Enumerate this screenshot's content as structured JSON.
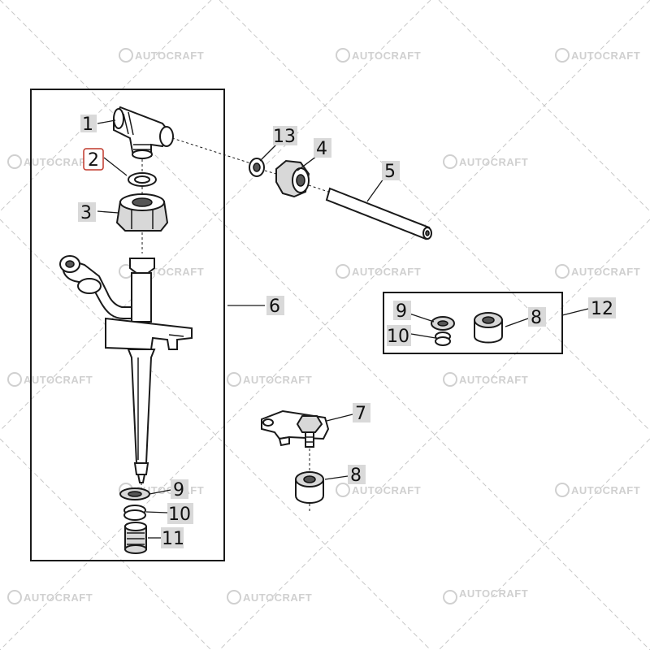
{
  "watermark": {
    "text": "AUTOCRAFT"
  },
  "callouts": {
    "c1": "1",
    "c2": "2",
    "c3": "3",
    "c4": "4",
    "c5": "5",
    "c6": "6",
    "c7": "7",
    "c8a": "8",
    "c8b": "8",
    "c9a": "9",
    "c9b": "9",
    "c10a": "10",
    "c10b": "10",
    "c11": "11",
    "c12": "12",
    "c13": "13"
  },
  "colors": {
    "line": "#1a1a1a",
    "callout_background": "#d9d9d9",
    "highlight_border": "#c0392b",
    "watermark": "#d0d0d0"
  }
}
